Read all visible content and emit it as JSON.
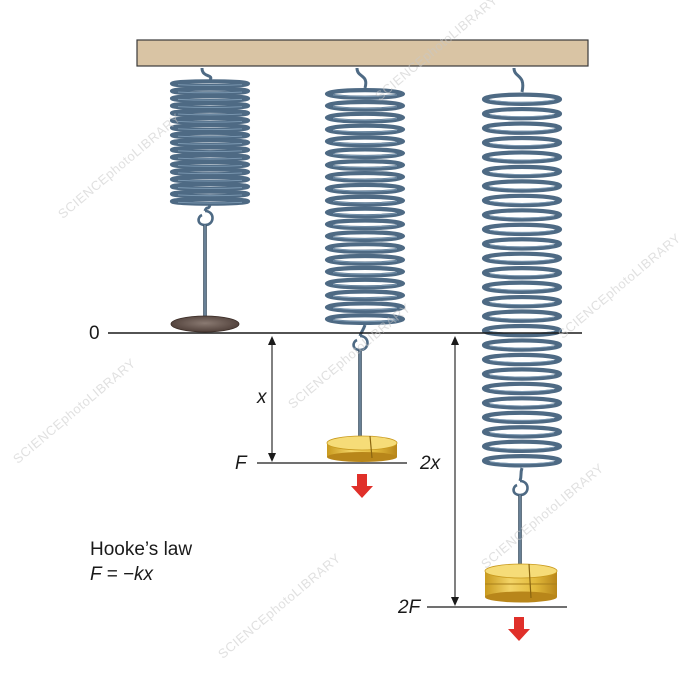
{
  "labels": {
    "zero": "0",
    "x": "x",
    "F": "F",
    "two_x": "2x",
    "two_F": "2F"
  },
  "law": {
    "title": "Hooke’s law",
    "equation": "F = −kx"
  },
  "watermark": "SCIENCEphotoLIBRARY",
  "colors": {
    "ceiling": "#d9c4a4",
    "spring": "#4e6a84",
    "spring_highlight": "#8aa6bf",
    "weight": "#e2b93a",
    "arrow": "#e0302a",
    "line": "#1a1a1a"
  },
  "icons": [
    "down-arrow-icon",
    "down-arrow-icon"
  ]
}
